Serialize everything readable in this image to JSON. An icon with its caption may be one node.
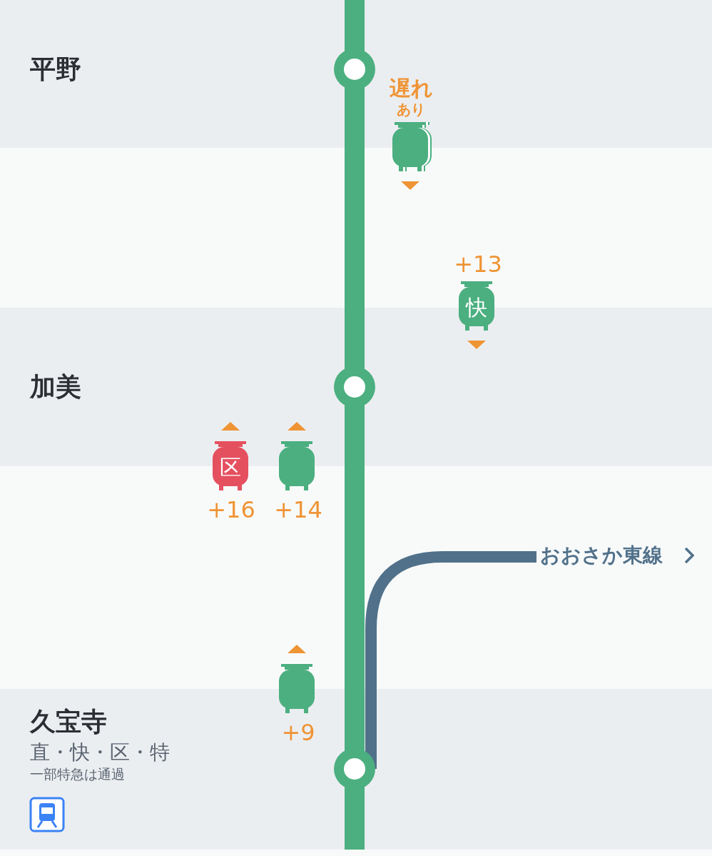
{
  "diagram": {
    "nodes": [
      {
        "text": [
          "平野"
        ]
      },
      {
        "text": [
          "加美"
        ]
      },
      {
        "text": [
          "久宝寺",
          "直・快・区・特",
          "一部特急は通過"
        ]
      },
      {
        "text": [
          "おおさか東線"
        ]
      }
    ],
    "edges": [
      {
        "from": 0,
        "to": 1,
        "arrow": "none"
      },
      {
        "from": 1,
        "to": 2,
        "arrow": "none"
      },
      {
        "from": 2,
        "to": 3,
        "arrow": "none",
        "color": "#51718a"
      }
    ],
    "labels": [
      "遅れ",
      "あり",
      "+13",
      "快",
      "区",
      "+16",
      "+14",
      "+9"
    ]
  }
}
